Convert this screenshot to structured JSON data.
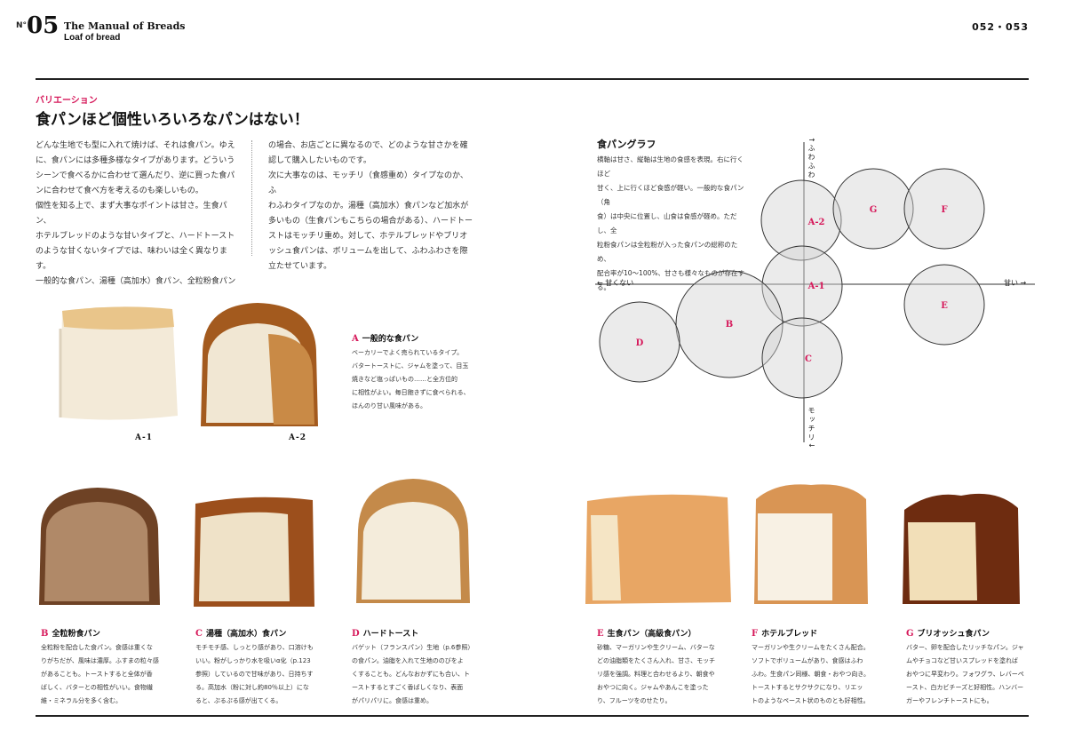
{
  "header": {
    "no_mark": "N°",
    "number": "05",
    "title": "The Manual of Breads",
    "subtitle": "Loaf of bread",
    "pages": "052・053"
  },
  "intro": {
    "category": "バリエーション",
    "headline": "食パンほど個性いろいろなパンはない！",
    "col1": [
      "どんな生地でも型に入れて焼けば、それは食パン。ゆえ",
      "に、食パンには多種多様なタイプがあります。どういう",
      "シーンで食べるかに合わせて選んだり、逆に買った食パ",
      "ンに合わせて食べ方を考えるのも楽しいもの。",
      "個性を知る上で、まず大事なポイントは甘さ。生食パン、",
      "ホテルブレッドのような甘いタイプと、ハードトースト",
      "のような甘くないタイプでは、味わいは全く異なります。",
      "一般的な食パン、湯種（高加水）食パン、全粒粉食パン"
    ],
    "col2": [
      "の場合、お店ごとに異なるので、どのような甘さかを確",
      "認して購入したいものです。",
      "次に大事なのは、モッチリ（食感重め）タイプなのか、ふ",
      "わふわタイプなのか。湯種（高加水）食パンなど加水が",
      "多いもの（生食パンもこちらの場合がある）、ハードトー",
      "ストはモッチリ重め。対して、ホテルブレッドやブリオ",
      "ッシュ食パンは、ボリュームを出して、ふわふわさを際",
      "立たせています。"
    ]
  },
  "graph": {
    "title": "食パングラフ",
    "desc": [
      "横軸は甘さ、縦軸は生地の食感を表現。右に行くほど",
      "甘く、上に行くほど食感が軽い。一般的な食パン（角",
      "食）は中央に位置し、山食は食感が軽め。ただし、全",
      "粒粉食パンは全粒粉が入った食パンの総称のため、",
      "配合率が10〜100%、甘さも様々なものが存在する。"
    ],
    "axis_top": "ふわふわ",
    "axis_bottom": "モッチリ",
    "axis_left": "甘くない",
    "axis_right": "甘い",
    "circles": [
      {
        "label": "A-2"
      },
      {
        "label": "G"
      },
      {
        "label": "F"
      },
      {
        "label": "A-1"
      },
      {
        "label": "E"
      },
      {
        "label": "B"
      },
      {
        "label": "D"
      },
      {
        "label": "C"
      }
    ],
    "accent": "#d6185a"
  },
  "photos": {
    "a1": "A-1",
    "a2": "A-2"
  },
  "breads": {
    "A": {
      "letter": "A",
      "name": "一般的な食パン",
      "body": [
        "ベーカリーでよく売られているタイプ。",
        "バタートーストに、ジャムを塗って、目玉",
        "焼きなど塩っぱいもの……と全方位的",
        "に相性がよい。毎日飽きずに食べられる、",
        "ほんのり甘い風味がある。"
      ]
    },
    "B": {
      "letter": "B",
      "name": "全粒粉食パン",
      "body": [
        "全粒粉を配合した食パン。食感は重くな",
        "りがちだが、風味は濃厚。ふすまの粒々感",
        "があることも。トーストすると全体が香",
        "ばしく、バターとの相性がいい。食物繊",
        "維・ミネラル分を多く含む。"
      ]
    },
    "C": {
      "letter": "C",
      "name": "湯種（高加水）食パン",
      "body": [
        "モチモチ感、しっとり感があり、口溶けも",
        "いい。粉がしっかり水を吸いα化（p.123",
        "参照）しているので甘味があり、日持ちす",
        "る。高加水（粉に対し約80％以上）にな",
        "ると、ぷるぷる感が出てくる。"
      ]
    },
    "D": {
      "letter": "D",
      "name": "ハードトースト",
      "body": [
        "バゲット（フランスパン）生地（p.6参照）",
        "の食パン。油脂を入れて生地ののびをよ",
        "くすることも。どんなおかずにも合い、ト",
        "ーストするとすごく香ばしくなり、表面",
        "がパリパリに。食感は重め。"
      ]
    },
    "E": {
      "letter": "E",
      "name": "生食パン（高級食パン）",
      "body": [
        "砂糖、マーガリンや生クリーム、バターな",
        "どの油脂類をたくさん入れ、甘さ、モッチ",
        "リ感を強調。料理と合わせるより、朝食や",
        "おやつに向く。ジャムやあんこを塗った",
        "り、フルーツをのせたり。"
      ]
    },
    "F": {
      "letter": "F",
      "name": "ホテルブレッド",
      "body": [
        "マーガリンや生クリームをたくさん配合。",
        "ソフトでボリュームがあり、食感はふわ",
        "ふわ。生食パン同様、朝食・おやつ向き。",
        "トーストするとサクサクになり、リエッ",
        "トのようなペースト状のものとも好相性。"
      ]
    },
    "G": {
      "letter": "G",
      "name": "ブリオッシュ食パン",
      "body": [
        "バター、卵を配合したリッチなパン。ジャ",
        "ムやチョコなど甘いスプレッドを塗れば",
        "おやつに早変わり。フォワグラ、レバーペ",
        "ースト、白カビチーズと好相性。ハンバー",
        "ガーやフレンチトーストにも。"
      ]
    }
  }
}
